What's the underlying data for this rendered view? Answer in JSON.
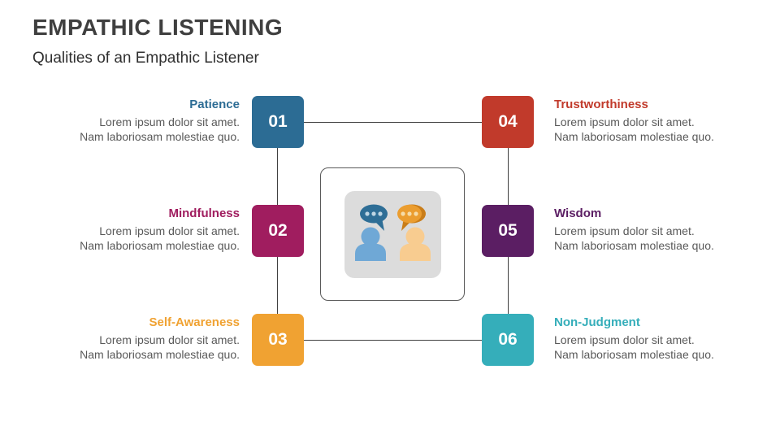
{
  "slide": {
    "title": "EMPATHIC LISTENING",
    "subtitle": "Qualities of an Empathic Listener",
    "title_color": "#3F3F3F",
    "body_text_color": "#595959",
    "connector_line_color": "#404040",
    "background_color": "#FFFFFF"
  },
  "items": [
    {
      "number": "01",
      "label": "Patience",
      "color": "#2C6C94",
      "desc1": "Lorem ipsum dolor sit amet.",
      "desc2": "Nam laboriosam molestiae quo."
    },
    {
      "number": "02",
      "label": "Mindfulness",
      "color": "#A01D5F",
      "desc1": "Lorem ipsum dolor sit amet.",
      "desc2": "Nam laboriosam molestiae quo."
    },
    {
      "number": "03",
      "label": "Self-Awareness",
      "color": "#F0A232",
      "desc1": "Lorem ipsum dolor sit amet.",
      "desc2": "Nam laboriosam molestiae quo."
    },
    {
      "number": "04",
      "label": "Trustworthiness",
      "color": "#C13A2B",
      "desc1": "Lorem ipsum dolor sit amet.",
      "desc2": "Nam laboriosam molestiae quo."
    },
    {
      "number": "05",
      "label": "Wisdom",
      "color": "#5B1E63",
      "desc1": "Lorem ipsum dolor sit amet.",
      "desc2": "Nam laboriosam molestiae quo."
    },
    {
      "number": "06",
      "label": "Non-Judgment",
      "color": "#35AEBA",
      "desc1": "Lorem ipsum dolor sit amet.",
      "desc2": "Nam laboriosam molestiae quo."
    }
  ],
  "center_icon": {
    "name": "two-people-conversation",
    "colors": {
      "panel": "#DCDCDC",
      "bubble_left": "#2E6E96",
      "bubble_left_dots": "#BFD6E4",
      "bubble_right": "#EB9D2F",
      "bubble_right_dark": "#C97D19",
      "bubble_right_dots": "#F6DCA8",
      "person_left": "#6FA8D6",
      "person_right": "#F8CC90"
    }
  }
}
